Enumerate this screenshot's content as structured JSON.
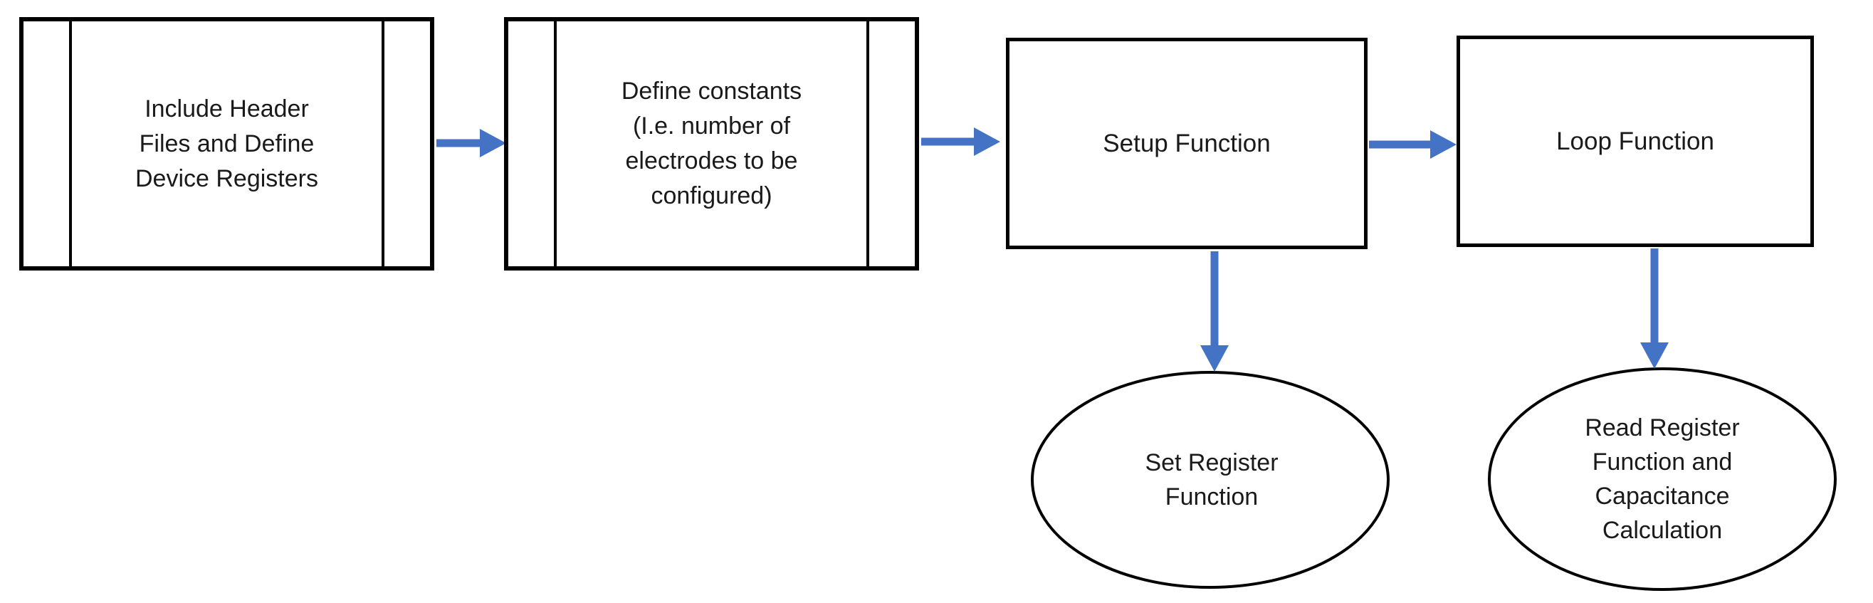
{
  "diagram": {
    "type": "flowchart",
    "colors": {
      "arrow": "#4472C4",
      "shape_border": "#000000",
      "shape_fill": "#FFFFFF"
    },
    "nodes": [
      {
        "id": "include-headers",
        "shape": "predefined-process",
        "label": "Include Header\nFiles and Define\nDevice Registers"
      },
      {
        "id": "define-constants",
        "shape": "predefined-process",
        "label": "Define constants\n(I.e. number of\nelectrodes to be\nconfigured)"
      },
      {
        "id": "setup-function",
        "shape": "rectangle",
        "label": "Setup Function"
      },
      {
        "id": "loop-function",
        "shape": "rectangle",
        "label": "Loop Function"
      },
      {
        "id": "set-register-function",
        "shape": "ellipse",
        "label": "Set Register\nFunction"
      },
      {
        "id": "read-register-function",
        "shape": "ellipse",
        "label": "Read Register\nFunction and\nCapacitance\nCalculation"
      }
    ],
    "edges": [
      {
        "from": "include-headers",
        "to": "define-constants",
        "direction": "right"
      },
      {
        "from": "define-constants",
        "to": "setup-function",
        "direction": "right"
      },
      {
        "from": "setup-function",
        "to": "loop-function",
        "direction": "right"
      },
      {
        "from": "setup-function",
        "to": "set-register-function",
        "direction": "down"
      },
      {
        "from": "loop-function",
        "to": "read-register-function",
        "direction": "down"
      }
    ]
  }
}
